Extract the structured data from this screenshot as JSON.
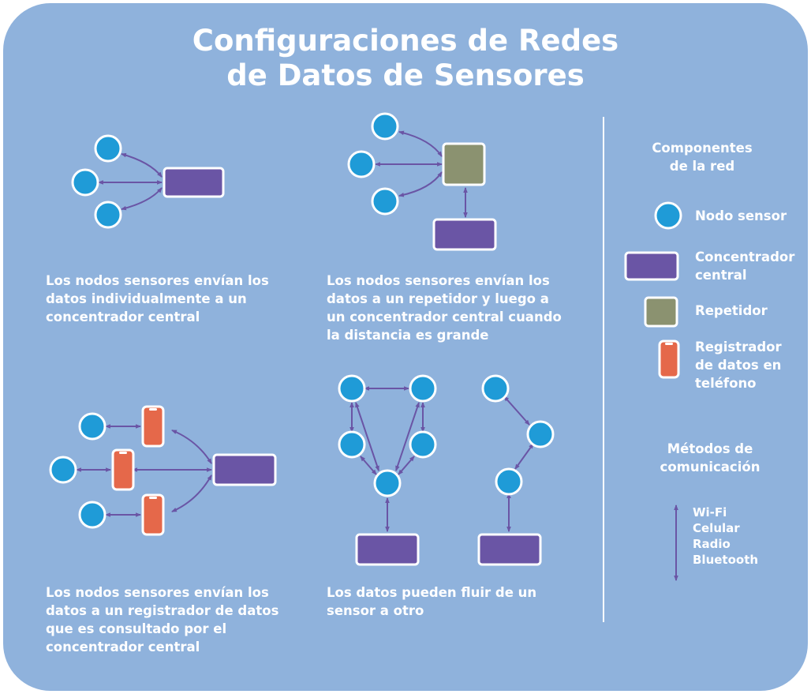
{
  "header": {
    "title_line1": "Configuraciones de Redes",
    "title_line2": "de Datos de Sensores"
  },
  "colors": {
    "background": "#8fb2dc",
    "sensor_node": "#1f9bd7",
    "concentrator": "#6a55a5",
    "repeater": "#8b9270",
    "logger": "#e5684a",
    "arrow": "#6a55a5",
    "outline": "#ffffff"
  },
  "captions": {
    "c1": [
      "Los nodos sensores envían los",
      "datos individualmente a un",
      "concentrador central"
    ],
    "c2": [
      "Los nodos sensores envían los",
      "datos a un repetidor y luego a",
      "un concentrador central cuando",
      "la distancia es grande"
    ],
    "c3": [
      "Los nodos sensores envían los",
      "datos a un registrador de datos",
      "que es consultado por el",
      "concentrador central"
    ],
    "c4": [
      "Los datos pueden fluir de un",
      "sensor a otro"
    ]
  },
  "legend": {
    "components_title": [
      "Componentes",
      "de la red"
    ],
    "items": [
      {
        "icon": "sensor-node-icon",
        "label": [
          "Nodo sensor"
        ]
      },
      {
        "icon": "concentrator-icon",
        "label": [
          "Concentrador",
          "central"
        ]
      },
      {
        "icon": "repeater-icon",
        "label": [
          "Repetidor"
        ]
      },
      {
        "icon": "phone-logger-icon",
        "label": [
          "Registrador",
          "de datos en",
          "teléfono"
        ]
      }
    ],
    "methods_title": [
      "Métodos de",
      "comunicación"
    ],
    "methods": [
      "Wi-Fi",
      "Celular",
      "Radio",
      "Bluetooth"
    ]
  }
}
